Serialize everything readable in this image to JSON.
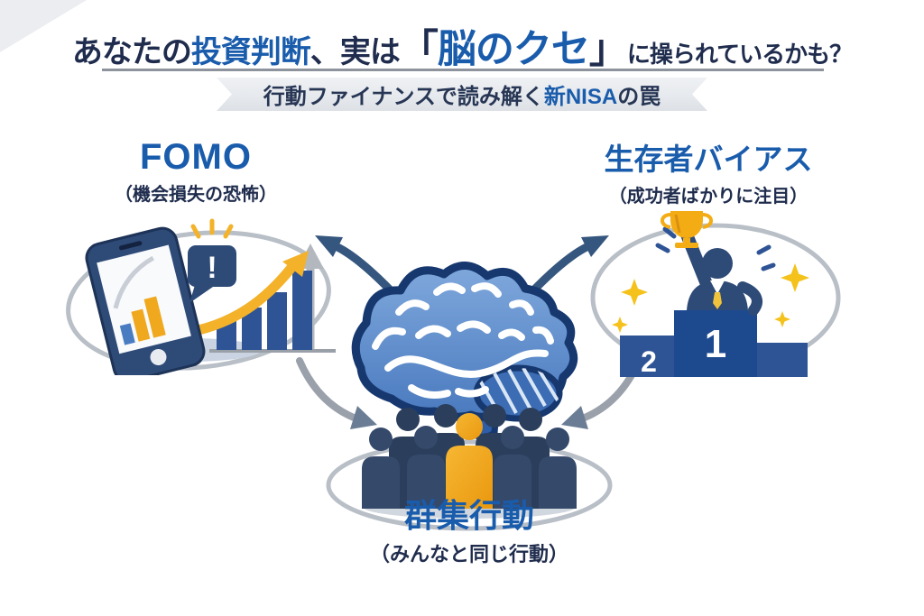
{
  "title": {
    "prefix": "あなたの",
    "highlight1": "投資判断",
    "middle": "、実は",
    "bracket_open": "「",
    "highlight2": "脳のクセ",
    "bracket_close": "」",
    "suffix": "に操られているかも？"
  },
  "banner": {
    "prefix": "行動ファイナンスで読み解く",
    "highlight": "新NISA",
    "suffix": "の罠"
  },
  "nodes": {
    "fomo": {
      "title": "FOMO",
      "subtitle": "（機会損失の恐怖）"
    },
    "survivorship_bias": {
      "title": "生存者バイアス",
      "subtitle": "（成功者ばかりに注目）"
    },
    "herd_behavior": {
      "title": "群集行動",
      "subtitle": "（みんなと同じ行動）"
    }
  },
  "illustrations": {
    "phone_alert_mark": "!",
    "podium_rank_first": "1",
    "podium_rank_second": "2"
  },
  "colors": {
    "text_dark": "#1f2c4d",
    "accent_blue": "#1a5cac",
    "brain_blue_light": "#7fa8dc",
    "brain_blue_dark": "#4a7abf",
    "brain_outline": "#16386f",
    "illustration_navy": "#2e4a77",
    "bar_navy": "#2f5496",
    "gold": "#f0a81e",
    "gray_outline": "#b9bfc7",
    "arrow_navy": "#35567e",
    "arrow_gray": "#9aa1ab"
  }
}
